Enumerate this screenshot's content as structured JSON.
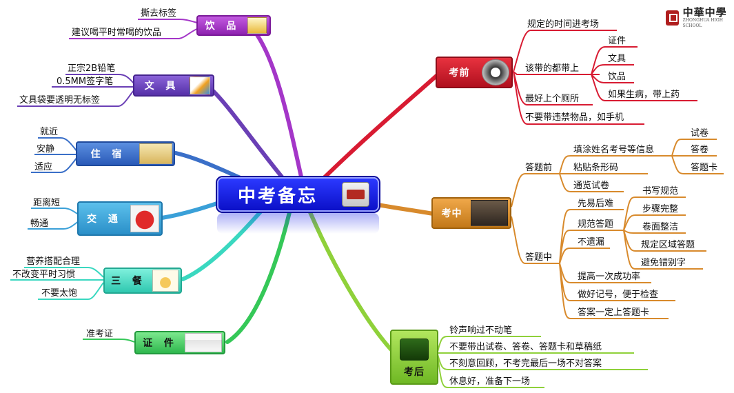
{
  "center": {
    "title": "中考备忘"
  },
  "logo": {
    "name": "中華中學",
    "subtitle": "ZHONGHUA HIGH SCHOOL"
  },
  "branches": {
    "yinpin": {
      "label": "饮 品",
      "color": "#a436c8",
      "leaves": [
        "撕去标签",
        "建议喝平时常喝的饮品"
      ]
    },
    "wenju": {
      "label": "文 具",
      "color": "#6a3fb5",
      "leaves": [
        "正宗2B铅笔",
        "0.5MM签字笔",
        "文具袋要透明无标签"
      ]
    },
    "zhusu": {
      "label": "住 宿",
      "color": "#3a6fc8",
      "leaves": [
        "就近",
        "安静",
        "适应"
      ]
    },
    "jiaotong": {
      "label": "交 通",
      "color": "#3aa0d8",
      "leaves": [
        "距离短",
        "畅通"
      ]
    },
    "sancan": {
      "label": "三 餐",
      "color": "#3ad8c0",
      "leaves": [
        "营养搭配合理",
        "不改变平时习惯",
        "不要太饱"
      ]
    },
    "zhengjian": {
      "label": "证 件",
      "color": "#35c858",
      "leaves": [
        "准考证"
      ]
    },
    "kaoqian": {
      "label": "考前",
      "color": "#d81b32",
      "leaves": [
        "规定的时间进考场",
        "该带的都带上",
        "最好上个厕所",
        "不要带违禁物品，如手机"
      ],
      "dai": [
        "证件",
        "文具",
        "饮品",
        "如果生病，带上药"
      ]
    },
    "kaozhong": {
      "label": "考中",
      "color": "#d88a2c",
      "qian": {
        "label": "答题前",
        "items": [
          "填涂姓名考号等信息",
          "粘贴条形码",
          "通览试卷"
        ],
        "tian": [
          "试卷",
          "答卷",
          "答题卡"
        ]
      },
      "zhong": {
        "label": "答题中",
        "items": [
          "先易后难",
          "规范答题",
          "不遗漏",
          "提高一次成功率",
          "做好记号，便于检查",
          "答案一定上答题卡"
        ],
        "guifan": [
          "书写规范",
          "步骤完整",
          "卷面整洁",
          "规定区域答题",
          "避免错别字"
        ]
      }
    },
    "kaohou": {
      "label": "考后",
      "color": "#8fd13a",
      "leaves": [
        "铃声响过不动笔",
        "不要带出试卷、答卷、答题卡和草稿纸",
        "不刻意回顾，不考完最后一场不对答案",
        "休息好，准备下一场"
      ]
    }
  }
}
